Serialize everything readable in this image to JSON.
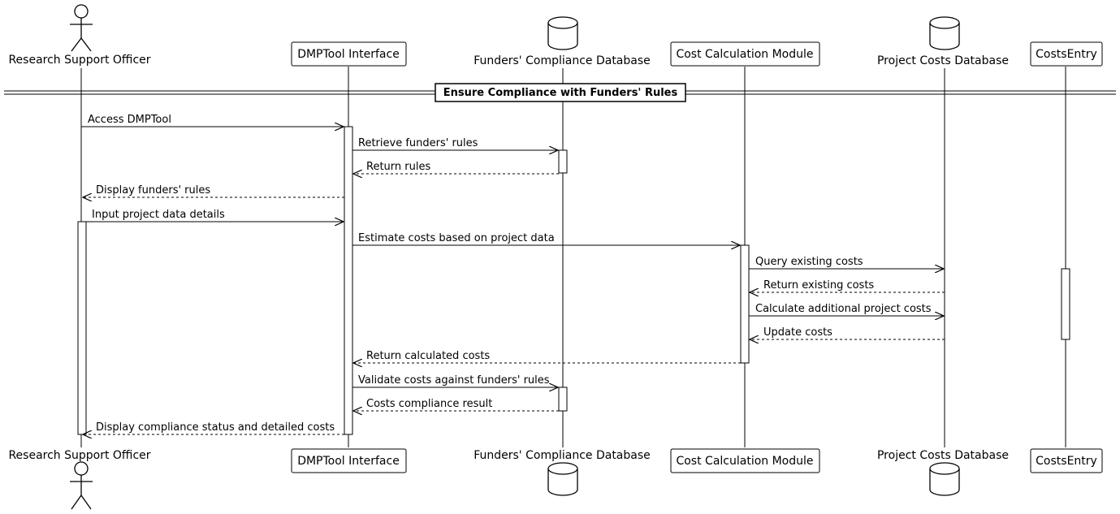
{
  "participants": [
    {
      "id": "officer",
      "label": "Research Support Officer",
      "kind": "actor",
      "icon": "actor-icon"
    },
    {
      "id": "dmp",
      "label": "DMPTool Interface",
      "kind": "participant"
    },
    {
      "id": "compliance_db",
      "label": "Funders' Compliance Database",
      "kind": "database",
      "icon": "database-icon"
    },
    {
      "id": "cost_module",
      "label": "Cost Calculation Module",
      "kind": "participant"
    },
    {
      "id": "costs_db",
      "label": "Project Costs Database",
      "kind": "database",
      "icon": "database-icon"
    },
    {
      "id": "costs_entry",
      "label": "CostsEntry",
      "kind": "participant"
    }
  ],
  "divider": {
    "title": "Ensure Compliance with Funders' Rules"
  },
  "messages": [
    {
      "from": "officer",
      "to": "dmp",
      "label": "Access DMPTool",
      "style": "solid"
    },
    {
      "from": "dmp",
      "to": "compliance_db",
      "label": "Retrieve funders' rules",
      "style": "solid"
    },
    {
      "from": "compliance_db",
      "to": "dmp",
      "label": "Return rules",
      "style": "dashed"
    },
    {
      "from": "dmp",
      "to": "officer",
      "label": "Display funders' rules",
      "style": "dashed"
    },
    {
      "from": "officer",
      "to": "dmp",
      "label": "Input project data details",
      "style": "solid"
    },
    {
      "from": "dmp",
      "to": "cost_module",
      "label": "Estimate costs based on project data",
      "style": "solid"
    },
    {
      "from": "cost_module",
      "to": "costs_db",
      "label": "Query existing costs",
      "style": "solid"
    },
    {
      "from": "costs_db",
      "to": "cost_module",
      "label": "Return existing costs",
      "style": "dashed"
    },
    {
      "from": "cost_module",
      "to": "costs_db",
      "label": "Calculate additional project costs",
      "style": "solid"
    },
    {
      "from": "costs_db",
      "to": "cost_module",
      "label": "Update costs",
      "style": "dashed"
    },
    {
      "from": "cost_module",
      "to": "dmp",
      "label": "Return calculated costs",
      "style": "dashed"
    },
    {
      "from": "dmp",
      "to": "compliance_db",
      "label": "Validate costs against funders' rules",
      "style": "solid"
    },
    {
      "from": "compliance_db",
      "to": "dmp",
      "label": "Costs compliance result",
      "style": "dashed"
    },
    {
      "from": "dmp",
      "to": "officer",
      "label": "Display compliance status and detailed costs",
      "style": "dashed"
    }
  ]
}
